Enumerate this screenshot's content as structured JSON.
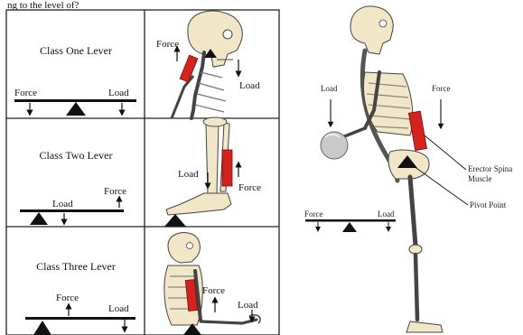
{
  "colors": {
    "muscle": "#d3231f",
    "bone": "#f1e6c8",
    "bone_line": "#444444",
    "fulcrum": "#111111",
    "grid": "#222222",
    "ball": "#c9c9c9"
  },
  "panel_grid": {
    "class_one": {
      "title": "Class One Lever",
      "left": "Force",
      "right": "Load"
    },
    "class_two": {
      "title": "Class Two Lever",
      "load": "Load",
      "force": "Force"
    },
    "class_three": {
      "title": "Class Three Lever",
      "force": "Force",
      "load": "Load"
    }
  },
  "anatomy": {
    "head": {
      "force": "Force",
      "load": "Load"
    },
    "foot": {
      "load": "Load",
      "force": "Force"
    },
    "arm": {
      "force": "Force",
      "load": "Load"
    }
  },
  "figure": {
    "load": "Load",
    "force": "Force",
    "erector_line1": "Erector Spina",
    "erector_line2": "Muscle",
    "pivot": "Pivot Point",
    "lever_force": "Force",
    "lever_load": "Load"
  },
  "header_fragment": "ng to the level of?"
}
